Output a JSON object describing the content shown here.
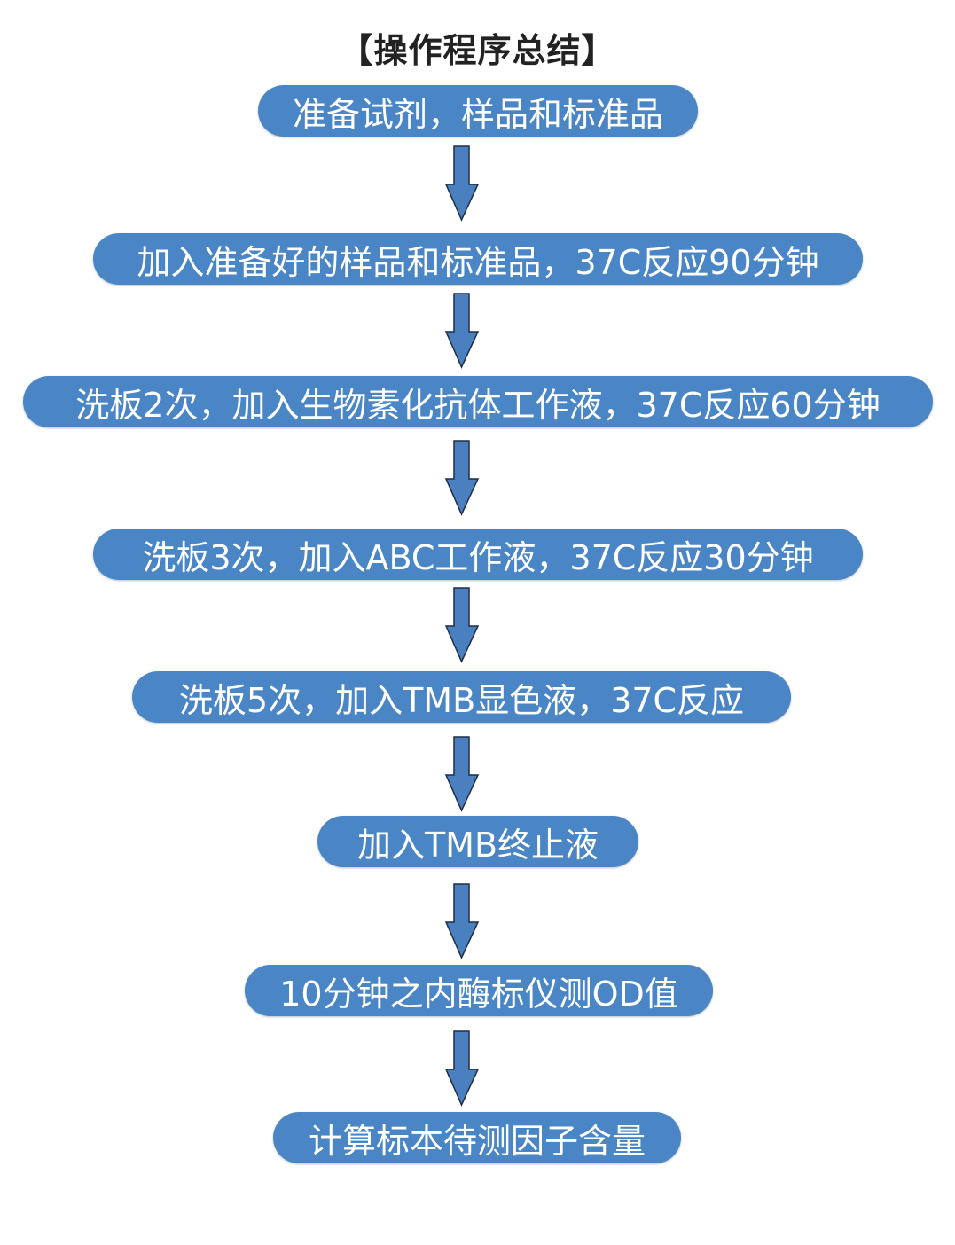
{
  "title": "【操作程序总结】",
  "colors": {
    "step_fill": "#4a86c6",
    "step_text": "#ffffff",
    "arrow_fill": "#4a7fc0",
    "arrow_stroke": "#1f2f45",
    "title_text": "#222222"
  },
  "steps": [
    {
      "label": "准备试剂，样品和标准品"
    },
    {
      "label": "加入准备好的样品和标准品，37C反应90分钟"
    },
    {
      "label": "洗板2次，加入生物素化抗体工作液，37C反应60分钟"
    },
    {
      "label": "洗板3次，加入ABC工作液，37C反应30分钟"
    },
    {
      "label": "洗板5次，加入TMB显色液，37C反应"
    },
    {
      "label": "加入TMB终止液"
    },
    {
      "label": "10分钟之内酶标仪测OD值"
    },
    {
      "label": "计算标本待测因子含量"
    }
  ],
  "arrows": [
    {
      "from": 0,
      "to": 1,
      "icon": "down-arrow-icon"
    },
    {
      "from": 1,
      "to": 2,
      "icon": "down-arrow-icon"
    },
    {
      "from": 2,
      "to": 3,
      "icon": "down-arrow-icon"
    },
    {
      "from": 3,
      "to": 4,
      "icon": "down-arrow-icon"
    },
    {
      "from": 4,
      "to": 5,
      "icon": "down-arrow-icon"
    },
    {
      "from": 5,
      "to": 6,
      "icon": "down-arrow-icon"
    },
    {
      "from": 6,
      "to": 7,
      "icon": "down-arrow-icon"
    }
  ]
}
